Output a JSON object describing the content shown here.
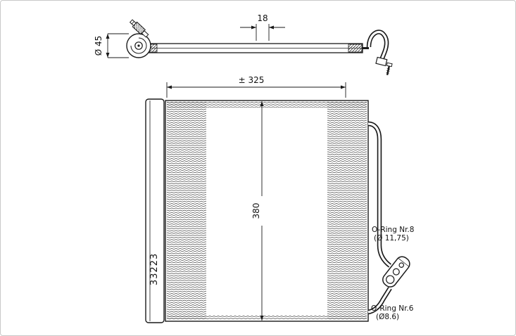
{
  "title": "Condenser technical drawing",
  "labels": {
    "part_number": "33223",
    "dim_depth": "18",
    "dim_inlet": "Ø 45",
    "dim_width": "± 325",
    "dim_height": "380",
    "oring8_name": "O-Ring Nr.8",
    "oring8_size": "(Ø 11,75)",
    "oring6_name": "O-Ring Nr.6",
    "oring6_size": "(Ø8.6)"
  },
  "colors": {
    "line": "#1a1a1a",
    "hatch": "#3a3a3a",
    "background": "#ffffff",
    "border": "#c9c9c9"
  }
}
